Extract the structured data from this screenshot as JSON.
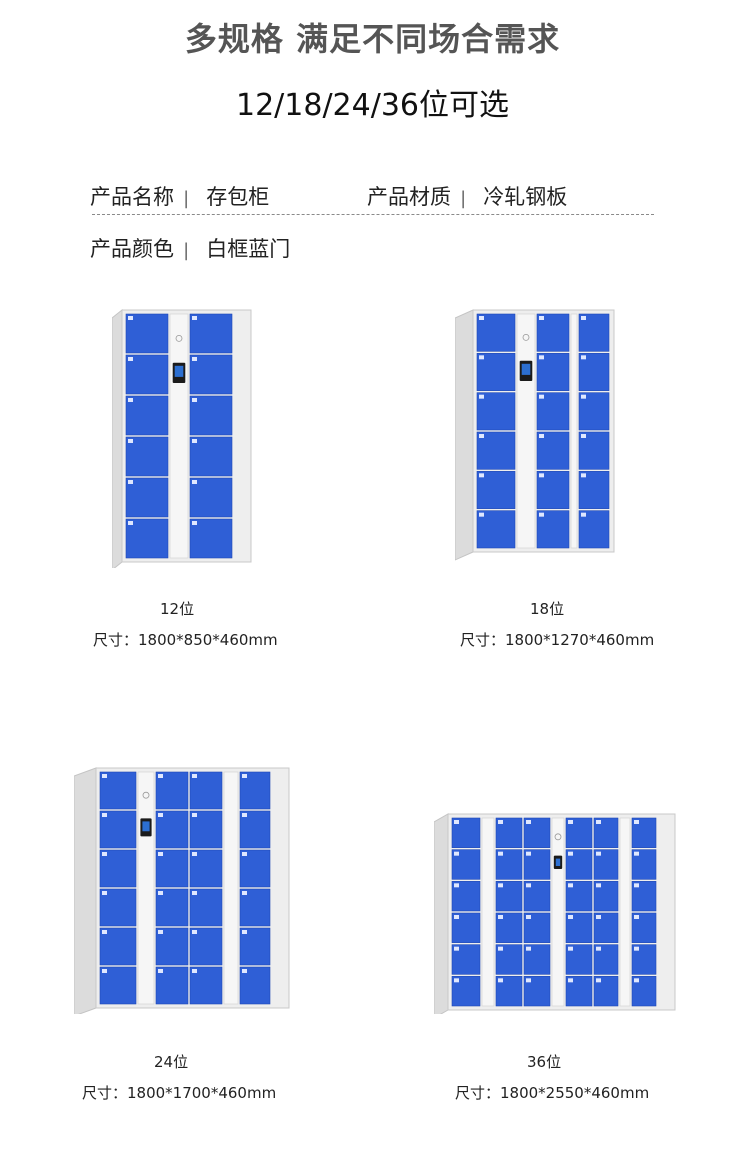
{
  "header": {
    "headline": "多规格  满足不同场合需求",
    "subhead": "12/18/24/36位可选"
  },
  "specs": {
    "name_label": "产品名称",
    "name_value": "存包柜",
    "material_label": "产品材质",
    "material_value": "冷轧钢板",
    "color_label": "产品颜色",
    "color_value": "白框蓝门",
    "separator": "|"
  },
  "colors": {
    "door_blue": "#2f5fd6",
    "frame_white": "#eeeeee",
    "text_dark": "#222222",
    "headline_gray": "#555555"
  },
  "products": [
    {
      "name": "12位",
      "size": "尺寸：1800*850*460mm"
    },
    {
      "name": "18位",
      "size": "尺寸：1800*1270*460mm"
    },
    {
      "name": "24位",
      "size": "尺寸：1800*1700*460mm"
    },
    {
      "name": "36位",
      "size": "尺寸：1800*2550*460mm"
    }
  ]
}
